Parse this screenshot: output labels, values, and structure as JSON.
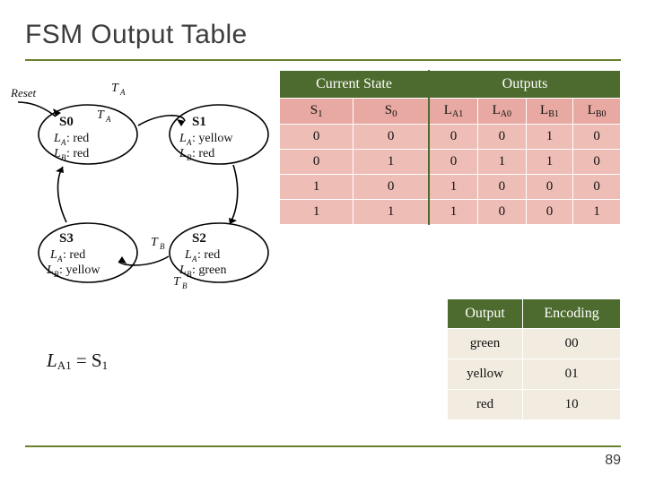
{
  "slide": {
    "title": "FSM Output Table",
    "page_number": "89",
    "accent_color": "#6b7f2e",
    "header_color": "#4d6b2e",
    "table_header_color": "#e7a9a1",
    "table_cell_color": "#eebdb6",
    "encoding_cell_color": "#f2ece0"
  },
  "diagram": {
    "reset_label": "Reset",
    "transition_labels": [
      "T",
      "A",
      "T",
      "A",
      "T",
      "B",
      "T",
      "B"
    ],
    "states": [
      {
        "name": "S0",
        "la": "L",
        "la_sub": "A",
        "la_value": ": red",
        "lb": "L",
        "lb_sub": "B",
        "lb_value": ": red"
      },
      {
        "name": "S1",
        "la": "L",
        "la_sub": "A",
        "la_value": ": yellow",
        "lb": "L",
        "lb_sub": "B",
        "lb_value": ": red"
      },
      {
        "name": "S3",
        "la": "L",
        "la_sub": "A",
        "la_value": ": red",
        "lb": "L",
        "lb_sub": "B",
        "lb_value": ": yellow"
      },
      {
        "name": "S2",
        "la": "L",
        "la_sub": "A",
        "la_value": ": red",
        "lb": "L",
        "lb_sub": "B",
        "lb_value": ": green"
      }
    ],
    "equation": "L",
    "equation_sub": "A1",
    "equation_rest": " = S",
    "equation_rest_sub": "1"
  },
  "truth_table": {
    "groups": [
      {
        "label": "Current State",
        "span": 2
      },
      {
        "label": "Outputs",
        "span": 4
      }
    ],
    "columns": [
      {
        "base": "S",
        "sub": "1"
      },
      {
        "base": "S",
        "sub": "0"
      },
      {
        "base": "L",
        "sub": "A1"
      },
      {
        "base": "L",
        "sub": "A0"
      },
      {
        "base": "L",
        "sub": "B1"
      },
      {
        "base": "L",
        "sub": "B0"
      }
    ],
    "rows": [
      [
        "0",
        "0",
        "0",
        "0",
        "1",
        "0"
      ],
      [
        "0",
        "1",
        "0",
        "1",
        "1",
        "0"
      ],
      [
        "1",
        "0",
        "1",
        "0",
        "0",
        "0"
      ],
      [
        "1",
        "1",
        "1",
        "0",
        "0",
        "1"
      ]
    ]
  },
  "encoding_table": {
    "headers": [
      "Output",
      "Encoding"
    ],
    "rows": [
      [
        "green",
        "00"
      ],
      [
        "yellow",
        "01"
      ],
      [
        "red",
        "10"
      ]
    ]
  }
}
